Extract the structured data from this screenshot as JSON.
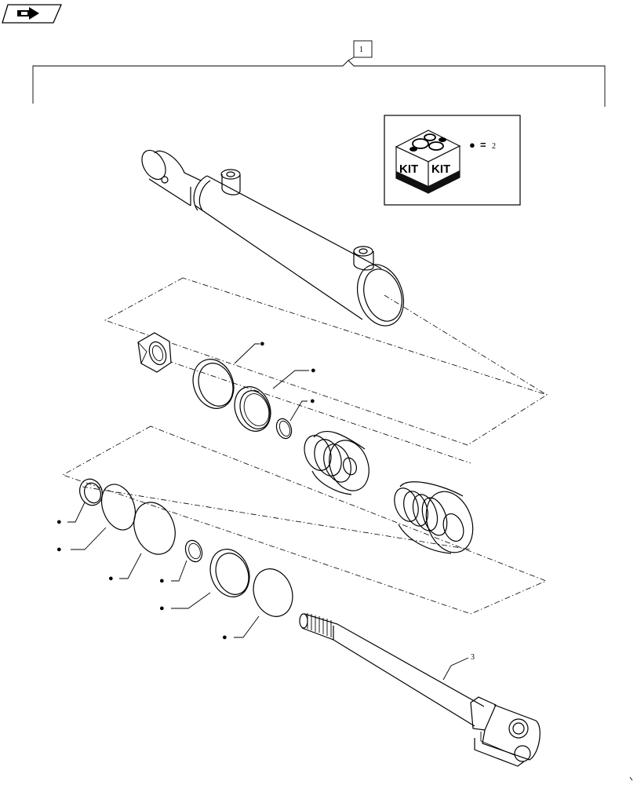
{
  "nav_icon": "next-page-icon",
  "assembly": {
    "ref": "1"
  },
  "parts": [
    {
      "ref": "2",
      "desc": "kit"
    },
    {
      "ref": "3",
      "desc": "piston-rod"
    }
  ],
  "kit_legend": {
    "label_left": "KIT",
    "label_right": "KIT",
    "symbol": "●",
    "equals": "=",
    "ref": "2"
  },
  "rod_ref": "3",
  "kit_marker": "●",
  "kit_markers": [
    "●",
    "●",
    "●",
    "●",
    "●",
    "●",
    "●",
    "●",
    "●"
  ]
}
